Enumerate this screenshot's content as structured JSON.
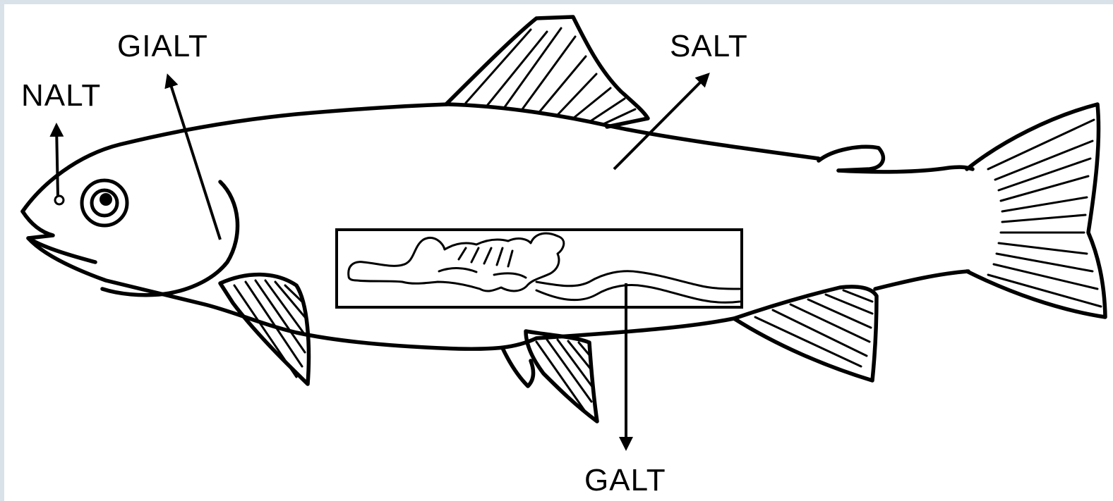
{
  "labels": {
    "nostril": "NALT",
    "gill": "GIALT",
    "skin": "SALT",
    "gut": "GALT"
  },
  "colors": {
    "background": "#d9e1e9",
    "canvas": "#ffffff",
    "ink": "#000000"
  }
}
